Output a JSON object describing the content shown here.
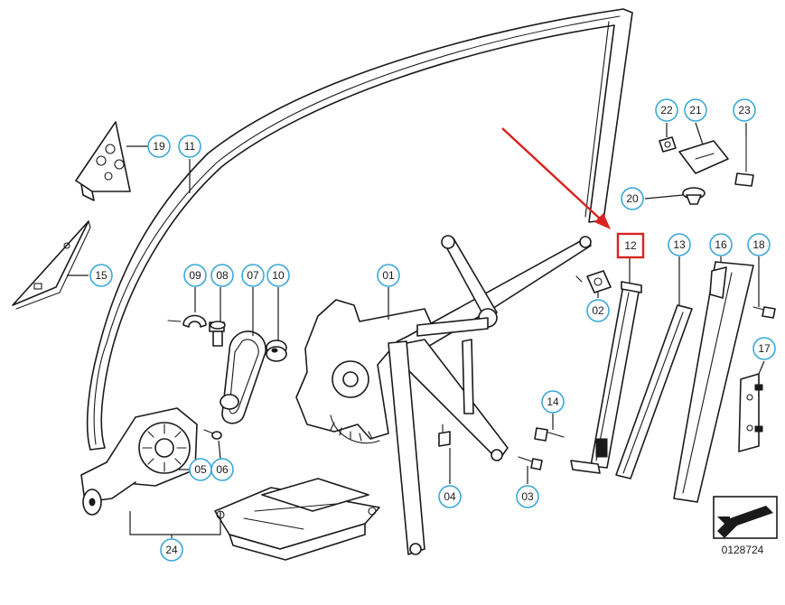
{
  "callouts": [
    {
      "id": "c19",
      "label": "19"
    },
    {
      "id": "c11",
      "label": "11"
    },
    {
      "id": "c15",
      "label": "15"
    },
    {
      "id": "c09",
      "label": "09"
    },
    {
      "id": "c08",
      "label": "08"
    },
    {
      "id": "c07",
      "label": "07"
    },
    {
      "id": "c10",
      "label": "10"
    },
    {
      "id": "c01",
      "label": "01"
    },
    {
      "id": "c05",
      "label": "05"
    },
    {
      "id": "c06",
      "label": "06"
    },
    {
      "id": "c24",
      "label": "24"
    },
    {
      "id": "c04",
      "label": "04"
    },
    {
      "id": "c03",
      "label": "03"
    },
    {
      "id": "c14",
      "label": "14"
    },
    {
      "id": "c02",
      "label": "02"
    },
    {
      "id": "c13",
      "label": "13"
    },
    {
      "id": "c16",
      "label": "16"
    },
    {
      "id": "c18",
      "label": "18"
    },
    {
      "id": "c17",
      "label": "17"
    },
    {
      "id": "c20",
      "label": "20"
    },
    {
      "id": "c21",
      "label": "21"
    },
    {
      "id": "c22",
      "label": "22"
    },
    {
      "id": "c23",
      "label": "23"
    }
  ],
  "highlighted_callout": {
    "label": "12",
    "color": "#d8231f"
  },
  "callout_ring_color": "#3aa8d8",
  "reference_number": "0128724"
}
